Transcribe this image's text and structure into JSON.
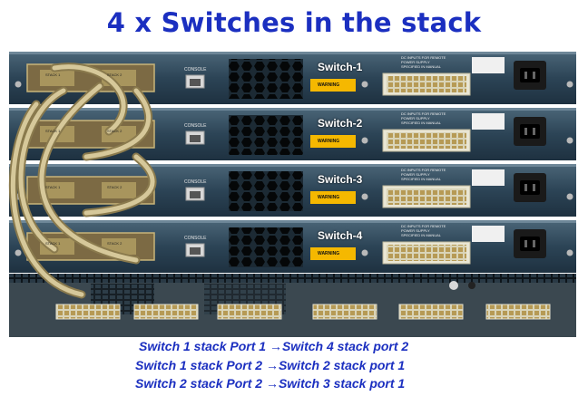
{
  "title": "4 x Switches in the stack",
  "switches": [
    {
      "label": "Switch-1"
    },
    {
      "label": "Switch-2"
    },
    {
      "label": "Switch-3"
    },
    {
      "label": "Switch-4"
    }
  ],
  "panel_labels": {
    "console": "CONSOLE",
    "warning": "WARNING",
    "dc_inputs": [
      "DC INPUTS FOR REMOTE",
      "POWER SUPPLY",
      "SPECIFIED IN MANUAL"
    ],
    "stack_1": "STACK 1",
    "stack_2": "STACK 2"
  },
  "connections": [
    {
      "source": "Switch 1 stack Port 1",
      "arrow": "→",
      "target": "Switch 4 stack port 2"
    },
    {
      "source": "Switch 1 stack Port 2",
      "arrow": "→",
      "target": "Switch 2 stack port 1"
    },
    {
      "source": "Switch 2 stack Port 2",
      "arrow": "→",
      "target": "Switch 3 stack port 1"
    }
  ],
  "colors": {
    "title": "#1b2fc0",
    "chassis": "#2f4a5f",
    "warning_label": "#f5b800",
    "cable": "#c9b98a"
  }
}
